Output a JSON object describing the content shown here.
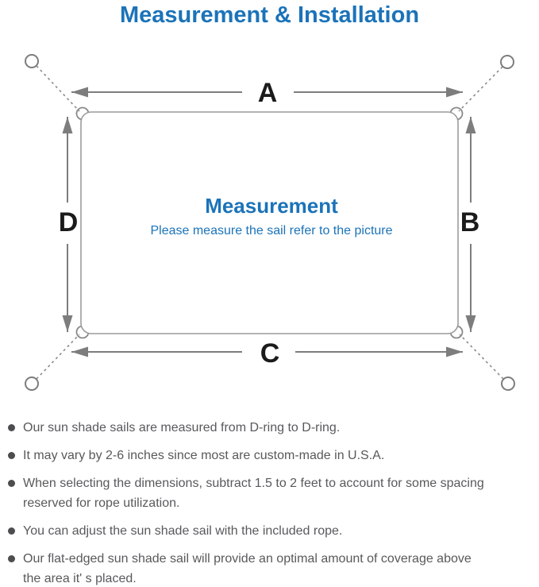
{
  "page": {
    "title": "Measurement & Installation"
  },
  "diagram": {
    "labels": {
      "top": "A",
      "right": "B",
      "bottom": "C",
      "left": "D"
    },
    "center": {
      "title": "Measurement",
      "subtitle": "Please measure the sail refer to the picture"
    }
  },
  "notes": {
    "items": [
      "Our sun shade sails are measured from D-ring to D-ring.",
      "It may vary by 2-6 inches since most are custom-made in U.S.A.",
      "When selecting the dimensions, subtract 1.5 to 2 feet to account for some spacing reserved for rope utilization.",
      "You can adjust the sun shade sail with the included rope.",
      "Our flat-edged sun shade sail will provide an optimal amount of coverage above the area it' s placed."
    ]
  },
  "colors": {
    "accent_blue": "#1b73b9",
    "body_text": "#58595b",
    "diagram_line": "#7d7d7d",
    "label_black": "#1b1b1b"
  }
}
